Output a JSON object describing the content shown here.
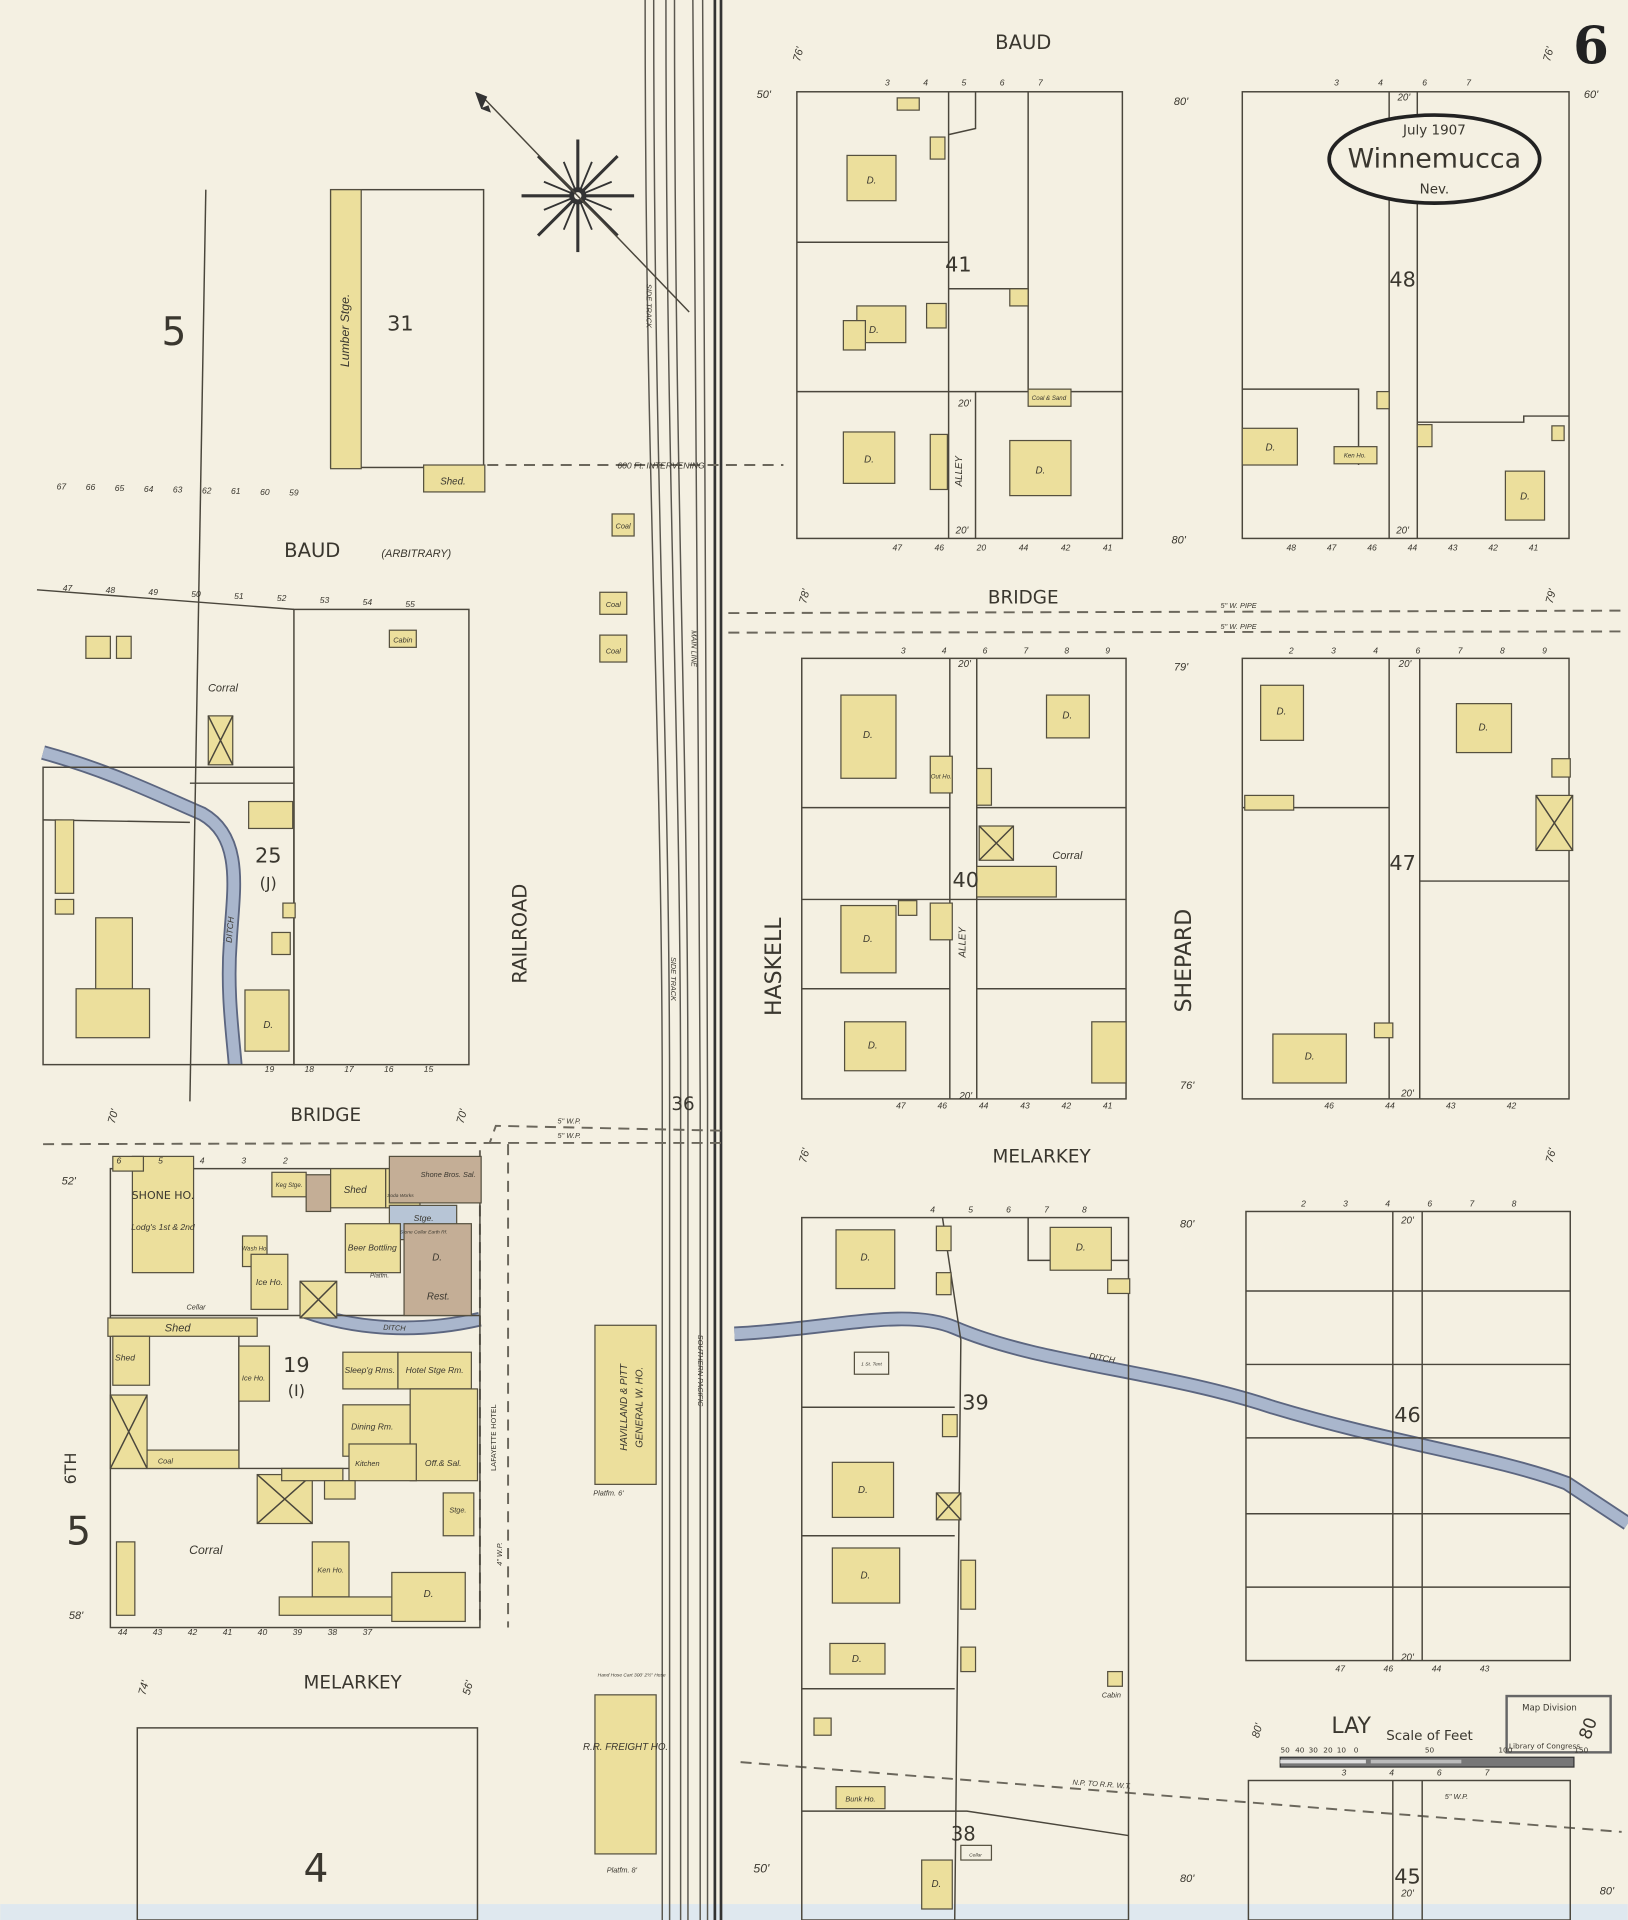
{
  "title": {
    "sheet_number": "6",
    "date": "July 1907",
    "city": "Winnemucca",
    "state": "Nev."
  },
  "colors": {
    "paper": "#f4f0e2",
    "frame": "#ecdf9c",
    "brick": "#c4ae96",
    "stone": "#b7c5d6",
    "water": "#a9b6cc"
  },
  "streets": {
    "baud_top": "BAUD",
    "baud_left": "BAUD",
    "baud_note": "(ARBITRARY)",
    "bridge_right": "BRIDGE",
    "bridge_left": "BRIDGE",
    "melarkey_right": "MELARKEY",
    "melarkey_left": "MELARKEY",
    "lay": "LAY",
    "haskell": "HASKELL",
    "shepard": "SHEPARD",
    "railroad": "RAILROAD",
    "sixth": "6TH"
  },
  "blocks": {
    "b31": "31",
    "b41": "41",
    "b48": "48",
    "b25": "25",
    "b25_sub": "(J)",
    "b40": "40",
    "b47": "47",
    "b19": "19",
    "b19_sub": "(I)",
    "b39": "39",
    "b46": "46",
    "b36": "36",
    "b38": "38",
    "b45": "45",
    "sheet5_top": "5",
    "sheet5_bottom": "5",
    "sheet4": "4"
  },
  "buildings": {
    "lumber_stge": "Lumber Stge.",
    "shed31": "Shed.",
    "coal1": "Coal",
    "coal2": "Coal",
    "coal3": "Coal",
    "cabin25": "Cabin",
    "corral25": "Corral",
    "dwelling": "D.",
    "out_ho": "Out Ho.",
    "corral40": "Corral",
    "coal_sand": "Coal & Sand",
    "ken_ho": "Ken Ho.",
    "shone_ho": "SHONE HO.",
    "shone_lodgings": "Lodg's 1st & 2nd",
    "keg_stge": "Keg Stge.",
    "shed19a": "Shed",
    "soda_works": "Soda Works",
    "shone_bros_sal": "Shone Bros. Sal.",
    "stge_stone": "Stge.",
    "stone_cellar": "Stone Cellar Earth Rf.",
    "beer_bottling": "Beer Bottling",
    "rest": "Rest.",
    "platfm": "Platfm.",
    "wash_ho": "Wash Ho.",
    "ice_ho": "Ice Ho.",
    "cellar19": "Cellar",
    "shed19b": "Shed",
    "shed19c": "Shed",
    "ice_ho2": "Ice Ho.",
    "sleeping_rms": "Sleep'g Rms.",
    "hotel_stge": "Hotel Stge Rm.",
    "dining_rm": "Dining Rm.",
    "kitchen": "Kitchen",
    "office_sal": "Off.& Sal.",
    "lafayette_hotel": "LAFAYETTE HOTEL",
    "coal19": "Coal",
    "corral19": "Corral",
    "stge19": "Stge.",
    "ken_ho19": "Ken Ho.",
    "havilland_pitt": "HAVILLAND & PITT",
    "general_wh": "GENERAL W. HO.",
    "platfm6": "Platfm. 6'",
    "rr_freight": "R.R. FREIGHT HO.",
    "platfm8": "Platfm. 8'",
    "hand_hose_cart": "Hand Hose Cart 300' 2½\" Hose",
    "tent": "1 St. Tent",
    "bunk_ho": "Bunk Ho.",
    "cellar38": "Cellar",
    "cabin39": "Cabin"
  },
  "notes": {
    "intervening": "600 Ft. INTERVENING",
    "wpipe1": "5\" W. PIPE",
    "wpipe2": "5\" W. PIPE",
    "wp_left": "5\" W.P.",
    "wp_left2": "5\" W.P.",
    "wp_vert": "4\" W.P.",
    "wp_bottom": "5\" W.P.",
    "np_rr": "N.P. TO R.R. W.T.",
    "ditch1": "DITCH",
    "ditch2": "DITCH",
    "ditch3": "DITCH",
    "side_track1": "SIDE TRACK",
    "main_line": "MAIN LINE",
    "side_track2": "SIDE TRACK",
    "southern_pacific": "SOUTHERN PACIFIC",
    "alley1": "ALLEY",
    "alley2": "ALLEY"
  },
  "scale": {
    "title": "Scale of Feet",
    "ticks": [
      "50",
      "40",
      "30",
      "20",
      "10",
      "0",
      "50",
      "100",
      "150"
    ]
  },
  "stamp": {
    "line1": "Map Division",
    "line2": "Library of Congress",
    "mark": "80"
  },
  "dimensions": {
    "d50": "50'",
    "d76": "76'",
    "d80": "80'",
    "d20": "20'",
    "d79": "79'",
    "d78": "78'",
    "d70": "70'",
    "d52": "52'",
    "d58": "58'",
    "d74": "74'",
    "d56": "56'",
    "d60": "60'"
  },
  "lot_numbers": {
    "baud_row_upper": [
      "67",
      "66",
      "65",
      "64",
      "63",
      "62",
      "61",
      "60",
      "59"
    ],
    "baud_row_lower": [
      "47",
      "48",
      "49",
      "50",
      "51",
      "52",
      "53",
      "54",
      "55"
    ],
    "b41_top": [
      "3",
      "4",
      "5",
      "6",
      "7"
    ],
    "b41_bottom": [
      "47",
      "46",
      "20",
      "44",
      "42",
      "41"
    ],
    "b48_top": [
      "3",
      "4",
      "6",
      "7"
    ],
    "b48_bottom": [
      "48",
      "47",
      "46",
      "44",
      "43",
      "42",
      "41"
    ],
    "b40_top": [
      "3",
      "4",
      "6",
      "7",
      "8",
      "9"
    ],
    "b40_bottom": [
      "47",
      "46",
      "44",
      "43",
      "42",
      "41"
    ],
    "b47_top": [
      "2",
      "3",
      "4",
      "6",
      "7",
      "8",
      "9"
    ],
    "b47_bottom": [
      "46",
      "44",
      "43",
      "42"
    ],
    "b39_top": [
      "4",
      "5",
      "6",
      "7",
      "8"
    ],
    "b46_top": [
      "2",
      "3",
      "4",
      "6",
      "7",
      "8"
    ],
    "b46_bottom": [
      "47",
      "46",
      "44",
      "43"
    ],
    "b45_top": [
      "3",
      "4",
      "6",
      "7"
    ],
    "b19_top": [
      "6",
      "5",
      "4",
      "3",
      "2"
    ],
    "b19_bottom": [
      "44",
      "43",
      "42",
      "41",
      "40",
      "39",
      "38",
      "37"
    ],
    "b25_bottom": [
      "19",
      "18",
      "17",
      "16",
      "15"
    ]
  }
}
